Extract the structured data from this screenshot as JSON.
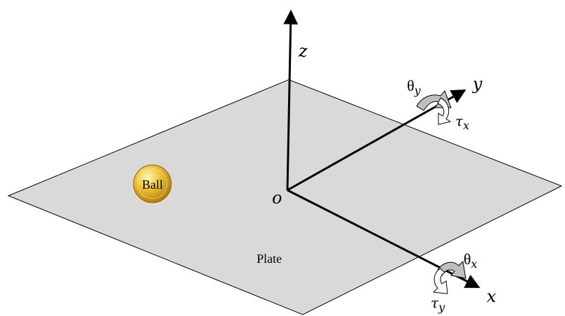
{
  "labels": {
    "z_axis": "z",
    "y_axis": "y",
    "x_axis": "x",
    "origin": "o",
    "ball": "Ball",
    "plate": "Plate",
    "theta_y": "θ",
    "theta_y_sub": "y",
    "tau_x": "τ",
    "tau_x_sub": "x",
    "theta_x": "θ",
    "theta_x_sub": "x",
    "tau_y": "τ",
    "tau_y_sub": "y"
  },
  "colors": {
    "plate_fill": "#d9d9d9",
    "plate_stroke": "#000000",
    "axis": "#000000",
    "ball_highlight": "#fff6c2",
    "ball_mid": "#f0c53a",
    "ball_dark": "#b07a10",
    "rot_arrow_fill": "#bfbfbf",
    "torque_arrow_fill": "#ffffff"
  }
}
